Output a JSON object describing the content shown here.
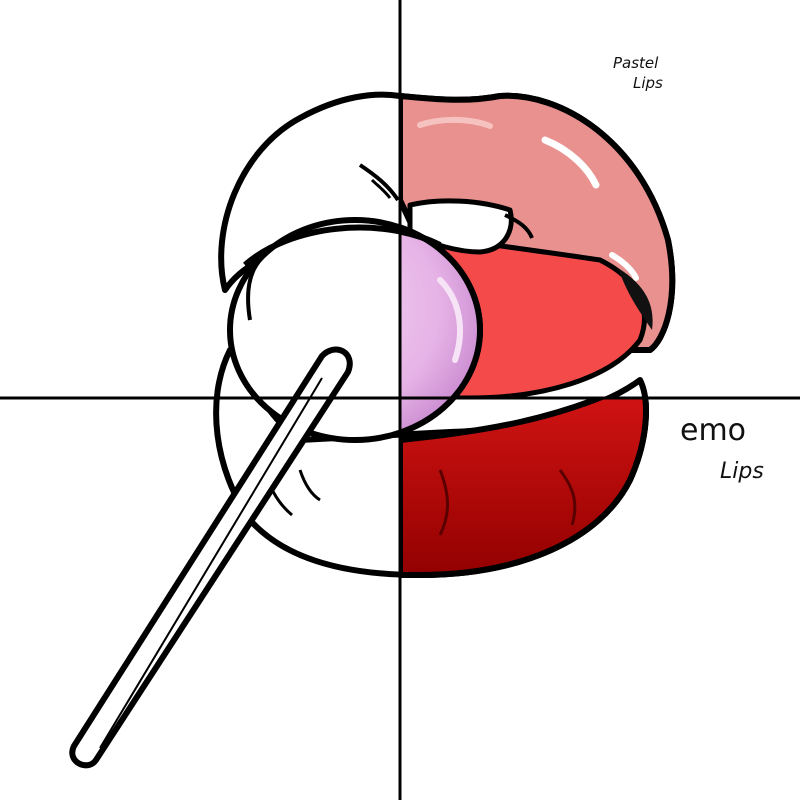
{
  "annotations": {
    "pastel_line1": "Pastel",
    "pastel_line2": "Lips",
    "emo_line1": "emo",
    "emo_line2": "Lips"
  },
  "colors": {
    "background": "#ffffff",
    "outline": "#000000",
    "pastel_lip": "#e8918f",
    "pastel_lip_highlight": "#f6c2c0",
    "mouth_inside": "#f44a4a",
    "emo_lip": "#cc1111",
    "emo_lip_dark": "#8f0000",
    "candy_pink": "#e9bde8",
    "candy_pink_dark": "#cf92d4",
    "teeth": "#ffffff"
  }
}
